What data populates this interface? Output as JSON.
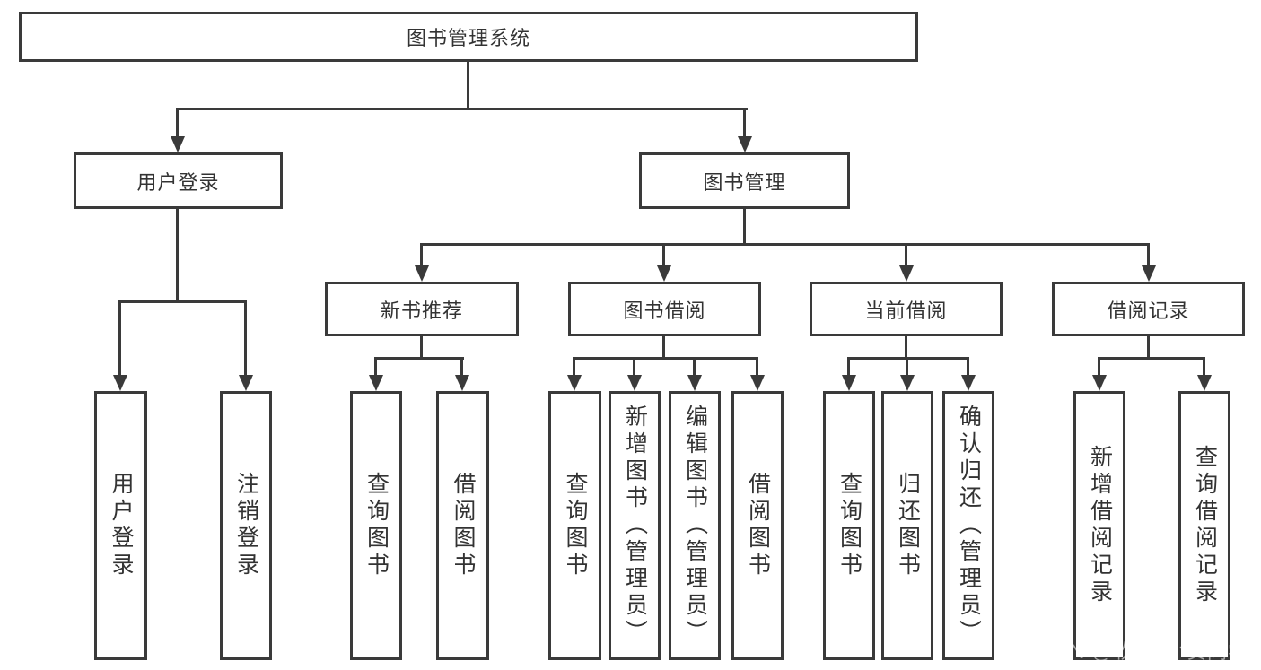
{
  "diagram": {
    "root": {
      "label": "图书管理系统"
    },
    "user_login": {
      "label": "用户登录",
      "children": [
        {
          "label": "用户登录"
        },
        {
          "label": "注销登录"
        }
      ]
    },
    "book_mgmt": {
      "label": "图书管理",
      "groups": [
        {
          "label": "新书推荐",
          "children": [
            {
              "label": "查询图书"
            },
            {
              "label": "借阅图书"
            }
          ]
        },
        {
          "label": "图书借阅",
          "children": [
            {
              "label": "查询图书"
            },
            {
              "label": "新增图书（管理员）"
            },
            {
              "label": "编辑图书（管理员）"
            },
            {
              "label": "借阅图书"
            }
          ]
        },
        {
          "label": "当前借阅",
          "children": [
            {
              "label": "查询图书"
            },
            {
              "label": "归还图书"
            },
            {
              "label": "确认归还（管理员）"
            }
          ]
        },
        {
          "label": "借阅记录",
          "children": [
            {
              "label": "新增借阅记录"
            },
            {
              "label": "查询借阅记录"
            }
          ]
        }
      ]
    },
    "colors": {
      "line": "#3a3a3a",
      "text": "#333333",
      "background": "#ffffff",
      "watermark": "#a8a8a8"
    },
    "watermark": {
      "text": "CSDN @软件_小贺同学"
    }
  }
}
